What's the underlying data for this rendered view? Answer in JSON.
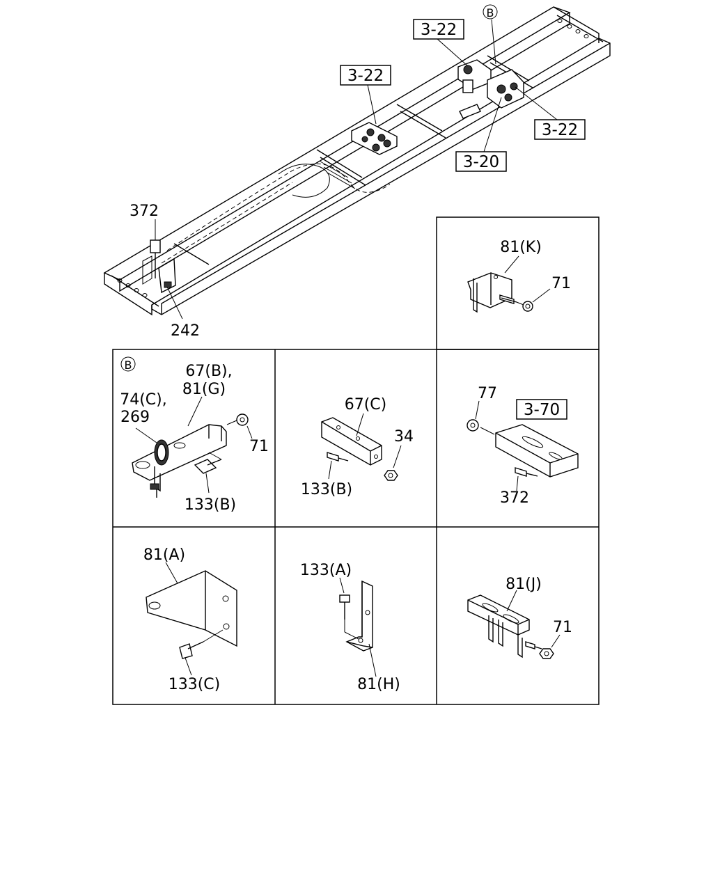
{
  "main_view": {
    "refs": [
      "3-22",
      "3-22",
      "3-22",
      "3-20"
    ],
    "callouts": {
      "bolt": "372",
      "bracket": "242"
    },
    "marker": "B"
  },
  "panel_k": {
    "part": "81(K)",
    "nut": "71"
  },
  "panel_b": {
    "marker": "B",
    "bracket_line1": "67(B),",
    "bracket_line2": "81(G)",
    "clip_line1": "74(C),",
    "clip_line2": "269",
    "nut": "71",
    "bolt": "133(B)"
  },
  "panel_67c": {
    "bracket": "67(C)",
    "nut": "34",
    "bolt": "133(B)"
  },
  "panel_370": {
    "washer": "77",
    "ref": "3-70",
    "bolt": "372"
  },
  "panel_81a": {
    "bracket": "81(A)",
    "bolt": "133(C)"
  },
  "panel_81h": {
    "bolt": "133(A)",
    "bracket": "81(H)"
  },
  "panel_81j": {
    "bracket": "81(J)",
    "nut": "71"
  }
}
